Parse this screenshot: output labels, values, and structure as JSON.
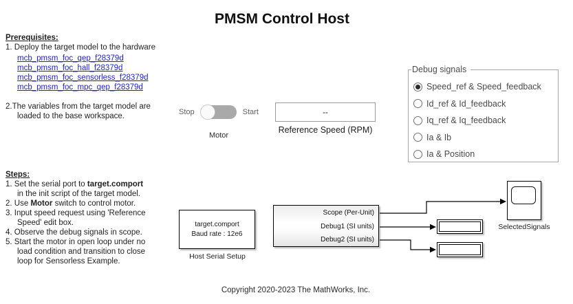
{
  "title": "PMSM Control Host",
  "prerequisites": {
    "heading": "Prerequisites:",
    "item1": "1. Deploy the target model to the hardware",
    "links": [
      "mcb_pmsm_foc_qep_f28379d",
      "mcb_pmsm_foc_hall_f28379d",
      "mcb_pmsm_foc_sensorless_f28379d",
      "mcb_pmsm_foc_mpc_qep_f28379d"
    ],
    "item2_line1": "2.The variables from the target model are",
    "item2_line2": "loaded to the base workspace."
  },
  "steps": {
    "heading": "Steps:",
    "s1_pre": "1. Set the serial port to ",
    "s1_bold": "target.comport",
    "s1_l2": "in the init script of the target model.",
    "s2_pre": "2. Use ",
    "s2_bold": "Motor",
    "s2_post": " switch to control motor.",
    "s3_l1": "3. Input speed request using 'Reference",
    "s3_l2": "Speed' edit box.",
    "s4": "4. Observe the debug signals in scope.",
    "s5_l1": "5. Start the motor in open loop under no",
    "s5_l2": "load condition and transition to close",
    "s5_l3": "loop for Sensorless Example."
  },
  "motor_switch": {
    "stop_label": "Stop",
    "start_label": "Start",
    "label": "Motor",
    "state": "Stop"
  },
  "reference_speed": {
    "value": "--",
    "label": "Reference Speed (RPM)"
  },
  "debug_signals": {
    "legend": "Debug signals",
    "options": [
      {
        "label": "Speed_ref & Speed_feedback",
        "selected": true
      },
      {
        "label": "Id_ref & Id_feedback",
        "selected": false
      },
      {
        "label": "Iq_ref & Iq_feedback",
        "selected": false
      },
      {
        "label": "Ia & Ib",
        "selected": false
      },
      {
        "label": "Ia & Position",
        "selected": false
      }
    ]
  },
  "host_serial": {
    "line1": "target.comport",
    "line2": "Baud rate : 12e6",
    "label": "Host Serial Setup"
  },
  "comms_block": {
    "ports": [
      "Scope (Per-Unit)",
      "Debug1 (SI units)",
      "Debug2 (SI units)"
    ]
  },
  "scope_block": {
    "label": "SelectedSignals"
  },
  "copyright": "Copyright 2020-2023 The MathWorks, Inc.",
  "colors": {
    "link_blue": "#2121cc",
    "switch_track_gray": "#a9a9a9",
    "panel_border_gray": "#a8a8a8"
  }
}
